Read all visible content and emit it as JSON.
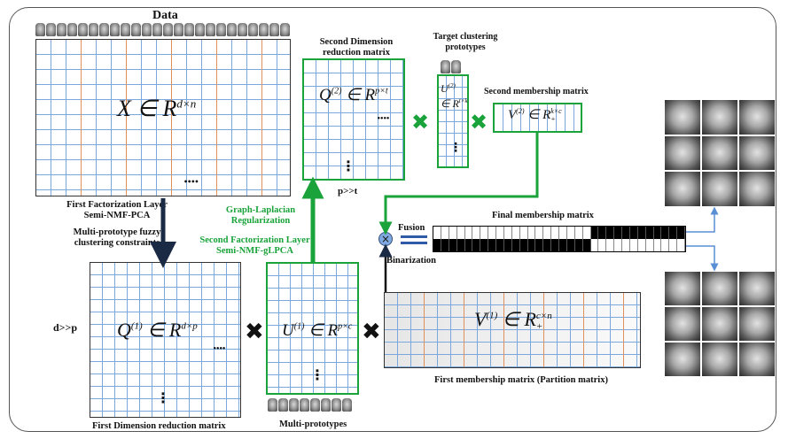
{
  "labels": {
    "data": "Data",
    "first_factorization_line1": "First Factorization Layer",
    "first_factorization_line2": "Semi-NMF-PCA",
    "multi_proto_constraints_line1": "Multi-prototype fuzzy",
    "multi_proto_constraints_line2": "clustering constraints",
    "d_gg_p": "d>>p",
    "first_dim_reduction": "First Dimension reduction matrix",
    "multi_prototypes": "Multi-prototypes",
    "second_dim_reduction_line1": "Second Dimension",
    "second_dim_reduction_line2": "reduction matrix",
    "p_gg_t": "p>>t",
    "graph_laplacian_line1": "Graph-Laplacian",
    "graph_laplacian_line2": "Regularization",
    "second_factorization_line1": "Second Factorization Layer",
    "second_factorization_line2": "Semi-NMF-gLPCA",
    "target_proto_line1": "Target clustering",
    "target_proto_line2": "prototypes",
    "second_membership": "Second membership matrix",
    "final_membership": "Final membership matrix",
    "fusion": "Fusion",
    "binarization": "Binarization",
    "first_membership": "First membership matrix (Partition matrix)"
  },
  "math": {
    "X": "X ∈ R",
    "X_sup": "d×n",
    "Q1": "Q",
    "Q1_sup": "(1)",
    "Q1_rhs": " ∈ R",
    "Q1_dim": "d×p",
    "U1": "U",
    "U1_sup": "(1)",
    "U1_rhs": " ∈ R",
    "U1_dim": "p×c",
    "V1": "V",
    "V1_sup": "(1)",
    "V1_rhs": " ∈ R",
    "V1_dim": "c×n",
    "V1_sub": "+",
    "Q2": "Q",
    "Q2_sup": "(2)",
    "Q2_rhs": " ∈ R",
    "Q2_dim": "p×t",
    "U2": "U",
    "U2_sup": "(2)",
    "U2_rhs": "∈ R",
    "U2_dim": "t×k",
    "V2": "V",
    "V2_sup": "(2)",
    "V2_rhs": " ∈ R",
    "V2_dim": "k×c",
    "V2_sub": "+"
  },
  "symbols": {
    "times": "✖",
    "hdots": "••••",
    "vdots": "⋮"
  },
  "colors": {
    "grid_blue": "#7aa8dc",
    "grid_orange": "#e0905a",
    "green": "#19a33a",
    "dark": "#111111"
  },
  "final_membership_pattern": {
    "top": [
      0,
      0,
      0,
      0,
      0,
      0,
      0,
      0,
      0,
      0,
      0,
      0,
      0,
      0,
      0,
      0,
      0,
      0,
      0,
      0,
      1,
      1,
      1,
      1,
      1,
      1,
      1,
      1,
      1,
      1,
      1,
      1
    ],
    "bottom": [
      1,
      1,
      1,
      1,
      1,
      1,
      1,
      1,
      1,
      1,
      1,
      1,
      1,
      1,
      1,
      1,
      1,
      1,
      1,
      1,
      0,
      0,
      0,
      0,
      0,
      0,
      0,
      0,
      0,
      0,
      0,
      0
    ]
  }
}
